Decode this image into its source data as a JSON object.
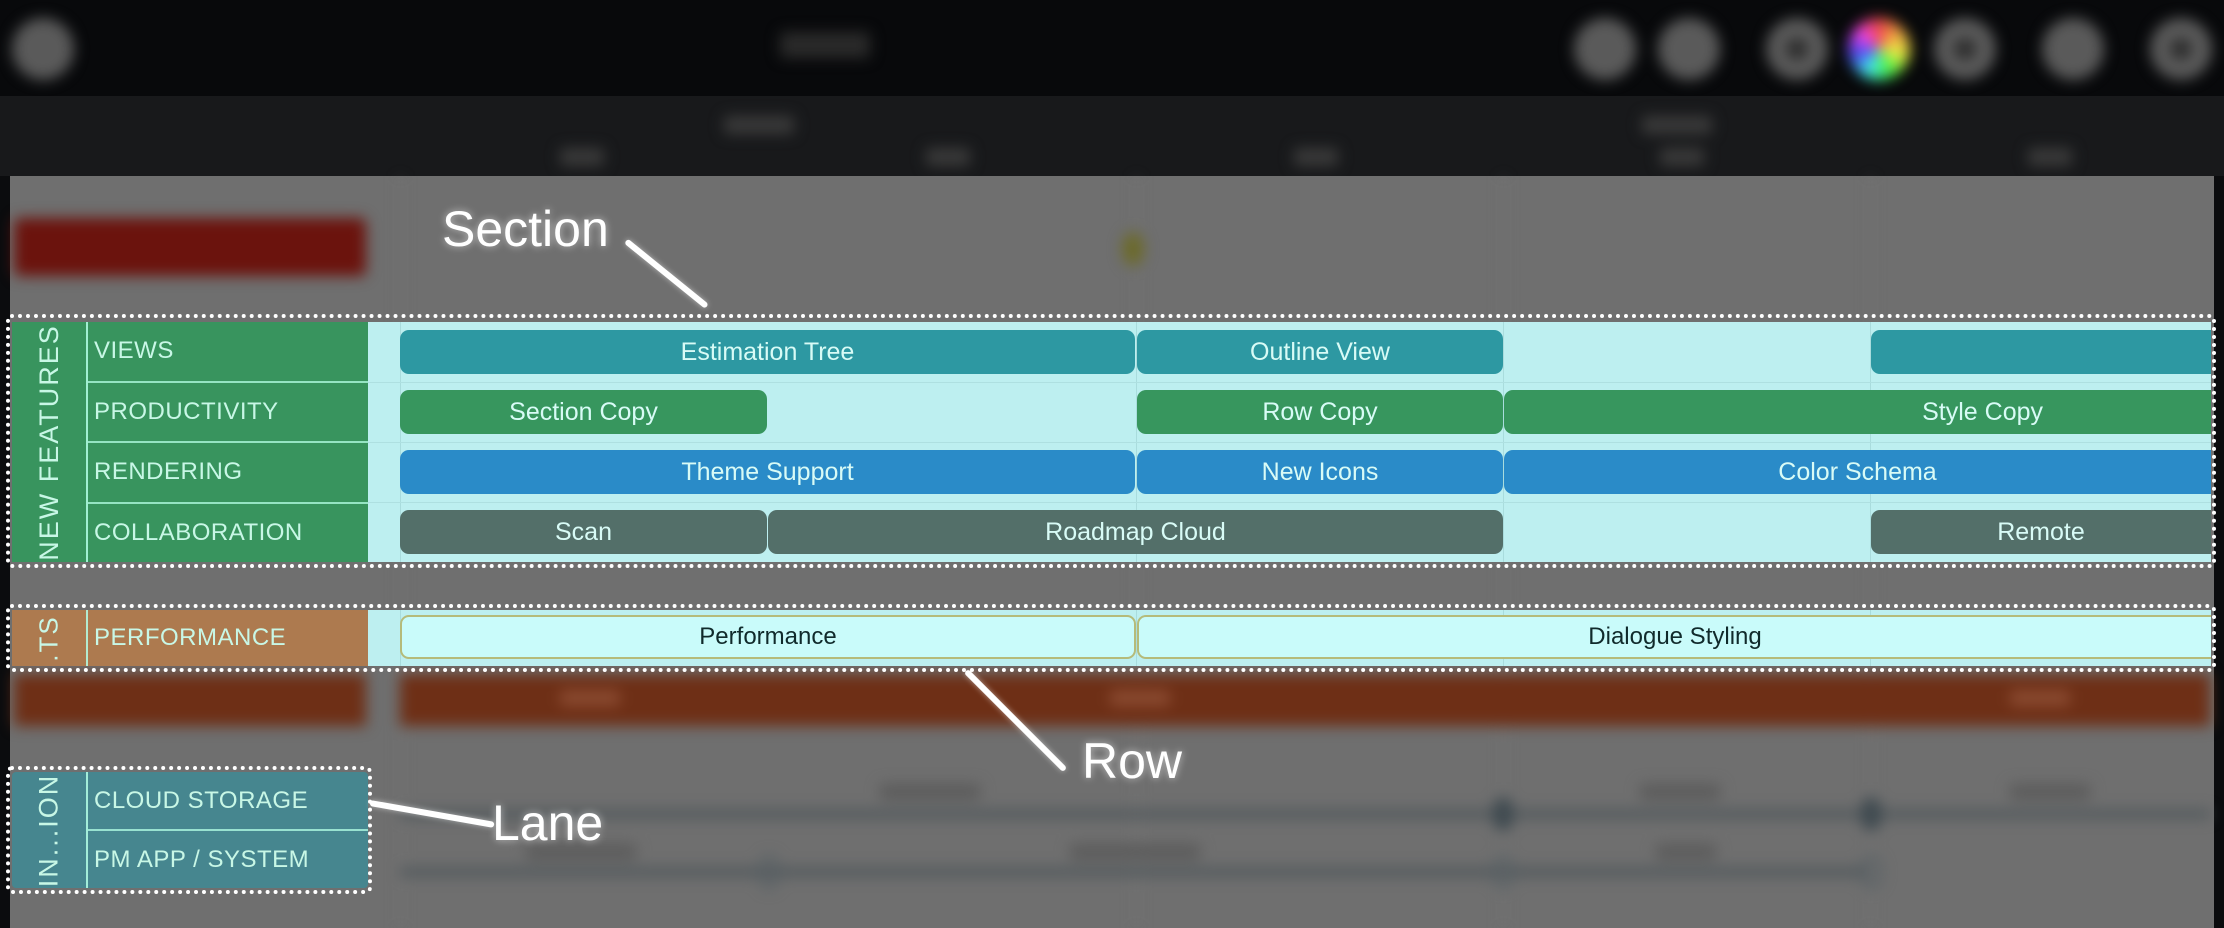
{
  "colors": {
    "section_new_features": "#38945e",
    "section_ts": "#ad7a4f",
    "section_integration": "#46868f",
    "timeline_bg": "#bdeff0",
    "bar_views": "#2d98a2",
    "bar_productivity": "#37965e",
    "bar_rendering": "#2a8bc8",
    "bar_collaboration": "#536f69",
    "bar_performance": "#c9fbfa",
    "label_text": "#c8f7e6",
    "annotation": "#ffffff"
  },
  "sections": [
    {
      "name": "NEW FEATURES",
      "rows": [
        {
          "label": "VIEWS",
          "bars": [
            {
              "text": "Estimation Tree"
            },
            {
              "text": "Outline View"
            },
            {
              "text": ""
            }
          ]
        },
        {
          "label": "PRODUCTIVITY",
          "bars": [
            {
              "text": "Section Copy"
            },
            {
              "text": "Row Copy"
            },
            {
              "text": "Style Copy"
            }
          ]
        },
        {
          "label": "RENDERING",
          "bars": [
            {
              "text": "Theme Support"
            },
            {
              "text": "New Icons"
            },
            {
              "text": "Color Schema"
            }
          ]
        },
        {
          "label": "COLLABORATION",
          "bars": [
            {
              "text": "Scan"
            },
            {
              "text": "Roadmap Cloud"
            },
            {
              "text": "Remote"
            }
          ]
        }
      ]
    },
    {
      "name": ".TS",
      "rows": [
        {
          "label": "PERFORMANCE",
          "bars": [
            {
              "text": "Performance"
            },
            {
              "text": "Dialogue Styling"
            }
          ]
        }
      ]
    },
    {
      "name": "IN...ION",
      "rows": [
        {
          "label": "CLOUD STORAGE"
        },
        {
          "label": "PM APP / SYSTEM"
        }
      ]
    }
  ],
  "annotations": {
    "section": "Section",
    "row": "Row",
    "lane": "Lane"
  },
  "toolbar": {
    "icons": [
      "menu-icon",
      "circle-button-1-icon",
      "circle-button-2-icon",
      "paint-icon",
      "color-wheel-icon",
      "share-icon",
      "info-icon",
      "settings-icon"
    ]
  }
}
